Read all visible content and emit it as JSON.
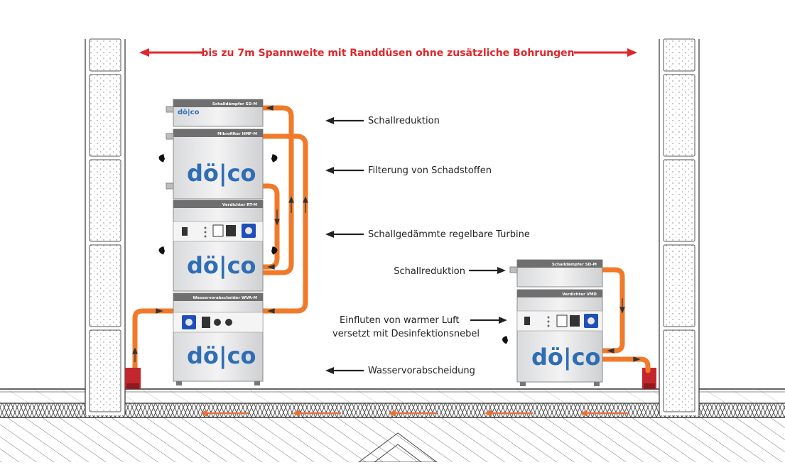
{
  "header": {
    "span_text": "bis zu 7m Spannweite mit Randdüsen ohne zusätzliche Bohrungen",
    "accent_color": "#e0262a"
  },
  "colors": {
    "hose": "#f07a2a",
    "logo": "#2f6db5",
    "unit_top_bar": "#6f6f6f",
    "nozzle": "#c4262e",
    "flow_arrow": "#e8703a"
  },
  "logo_text": "dö|co",
  "left_stack": {
    "units": [
      {
        "name": "silencer",
        "tag": "Schalldämpfer SD-M"
      },
      {
        "name": "microfilter",
        "tag": "Mikrofilter HMF-M"
      },
      {
        "name": "compressor",
        "tag": "Verdichter RT-M"
      },
      {
        "name": "separator",
        "tag": "Wasservorabscheider WVA-M"
      }
    ]
  },
  "right_stack": {
    "units": [
      {
        "name": "silencer",
        "tag": "Schalldämpfer SD-M"
      },
      {
        "name": "compressor",
        "tag": "Verdichter VMD"
      }
    ]
  },
  "labels": {
    "left": [
      "Schallreduktion",
      "Filterung von Schadstoffen",
      "Schallgedämmte regelbare Turbine",
      "Wasservorabscheidung"
    ],
    "right_noise": "Schallreduktion",
    "right_warm_line1": "Einfluten von warmer Luft",
    "right_warm_line2": "versetzt mit Desinfektionsnebel"
  },
  "icons": [
    "arrow-left-icon",
    "arrow-right-icon",
    "logo-icon",
    "socket-icon",
    "switch-icon"
  ]
}
